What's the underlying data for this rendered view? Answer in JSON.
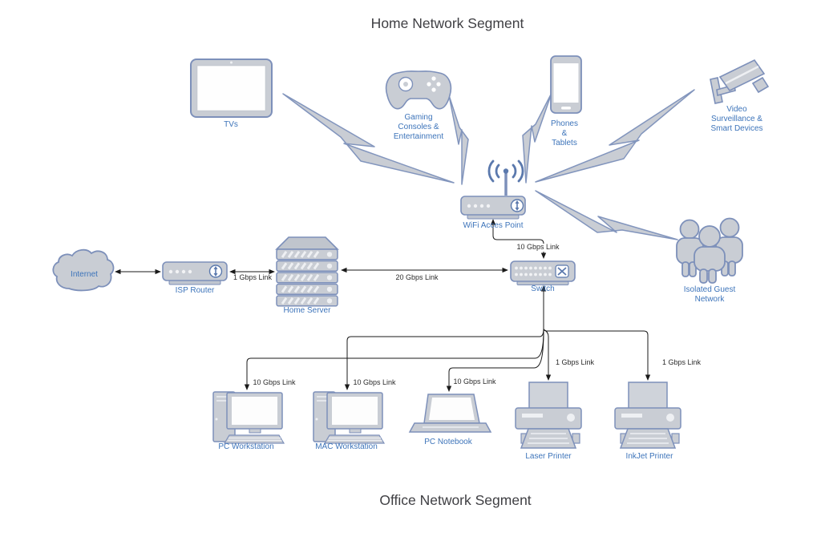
{
  "titles": {
    "home": "Home Network Segment",
    "office": "Office Network Segment"
  },
  "nodes": {
    "tvs": {
      "label": "TVs"
    },
    "gaming_consoles": {
      "label": "Gaming\nConsoles &\nEntertainment"
    },
    "phones_tablets": {
      "label": "Phones\n&\nTablets"
    },
    "video_surveillance": {
      "label": "Video\nSurveillance &\nSmart Devices"
    },
    "wifi_access_point": {
      "label": "WiFi Acces Point"
    },
    "internet": {
      "label": "Internet"
    },
    "isp_router": {
      "label": "ISP Router"
    },
    "home_server": {
      "label": "Home Server"
    },
    "switch": {
      "label": "Switch"
    },
    "guest_network": {
      "label": "Isolated Guest\nNetwork"
    },
    "pc_workstation": {
      "label": "PC Workstation"
    },
    "mac_workstation": {
      "label": "MAC Workstation"
    },
    "pc_notebook": {
      "label": "PC Notebook"
    },
    "laser_printer": {
      "label": "Laser Printer"
    },
    "inkjet_printer": {
      "label": "InkJet Printer"
    }
  },
  "links": {
    "isp_server": {
      "label": "1 Gbps Link"
    },
    "server_switch": {
      "label": "20 Gbps Link"
    },
    "wifi_switch": {
      "label": "10 Gbps Link"
    },
    "switch_pc_workstation": {
      "label": "10 Gbps Link"
    },
    "switch_mac_workstation": {
      "label": "10 Gbps Link"
    },
    "switch_pc_notebook": {
      "label": "10 Gbps Link"
    },
    "switch_laser_printer": {
      "label": "1 Gbps Link"
    },
    "switch_inkjet_printer": {
      "label": "1 Gbps Link"
    }
  },
  "colors": {
    "icon_fill": "#c9cdd4",
    "icon_stroke": "#7d90ba",
    "icon_detail": "#5b79ad",
    "node_label": "#3d74ba",
    "connector": "#1a1a1a",
    "title_text": "#3f3f43"
  }
}
